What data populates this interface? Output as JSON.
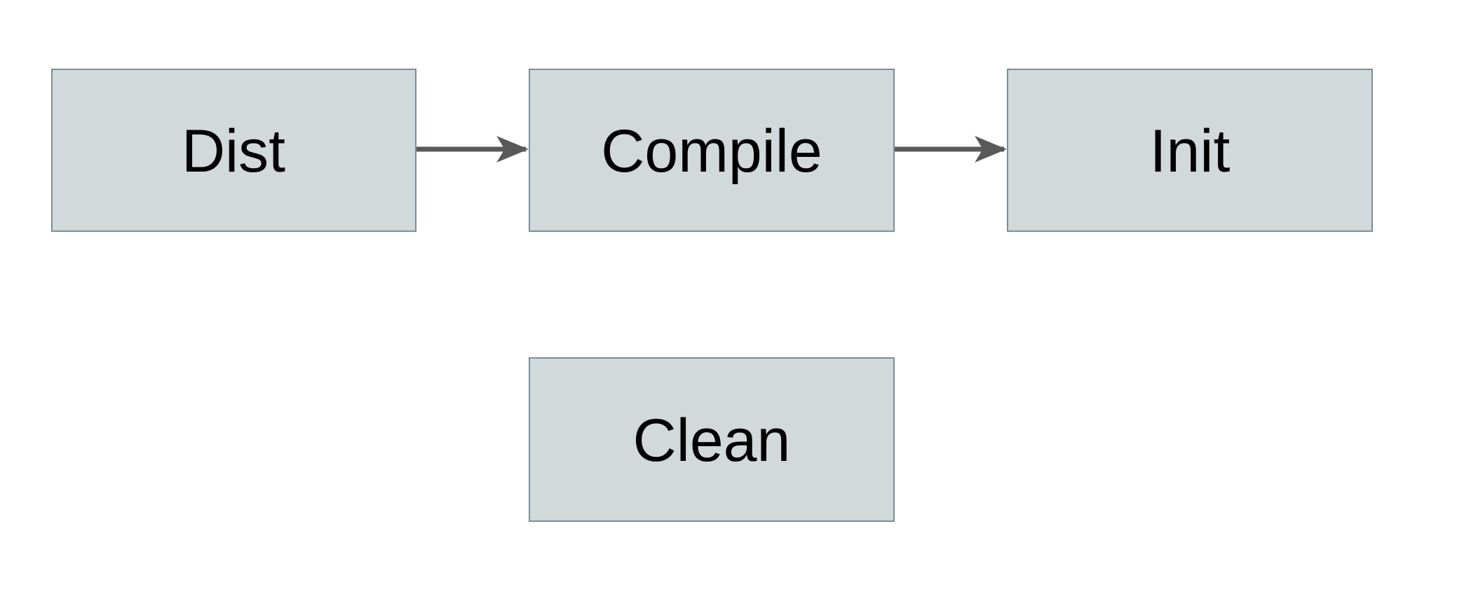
{
  "diagram": {
    "type": "flowchart",
    "background_color": "#ffffff",
    "node_fill_color": "#d2d9db",
    "node_border_color": "#7a8e99",
    "arrow_color": "#595959",
    "label_text_color": "#000000",
    "nodes": [
      {
        "id": "dist",
        "label": "Dist"
      },
      {
        "id": "compile",
        "label": "Compile"
      },
      {
        "id": "init",
        "label": "Init"
      },
      {
        "id": "clean",
        "label": "Clean"
      }
    ],
    "edges": [
      {
        "from": "dist",
        "to": "compile"
      },
      {
        "from": "compile",
        "to": "init"
      }
    ]
  }
}
